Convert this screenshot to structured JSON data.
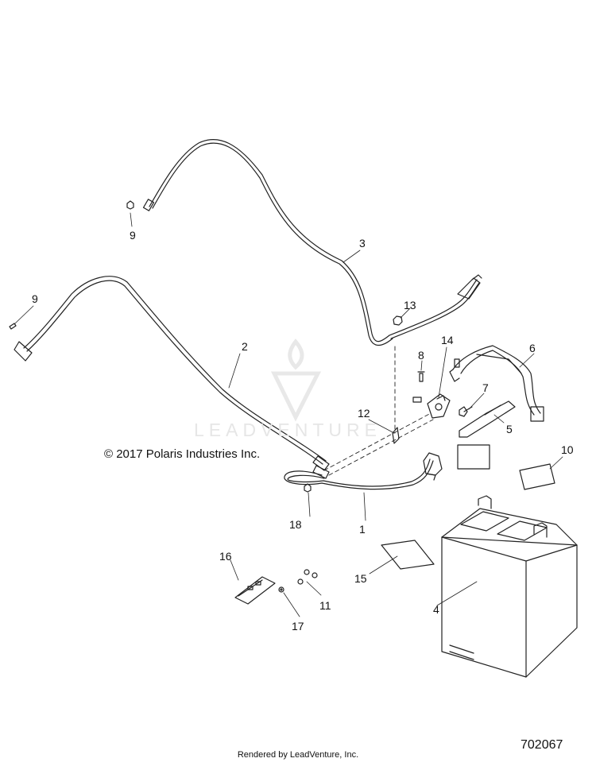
{
  "copyright": "© 2017 Polaris Industries Inc.",
  "footer": "Rendered by LeadVenture, Inc.",
  "figure_number": "702067",
  "watermark": "LEADVENTURE",
  "callouts": [
    "1",
    "2",
    "3",
    "4",
    "5",
    "6",
    "7",
    "8",
    "9",
    "9",
    "10",
    "11",
    "12",
    "13",
    "14",
    "15",
    "16",
    "17",
    "18"
  ],
  "colors": {
    "line": "#222222",
    "watermark": "#e6e6e6"
  }
}
